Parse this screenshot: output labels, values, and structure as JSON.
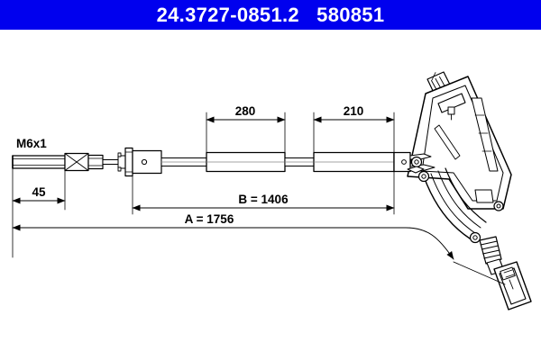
{
  "header": {
    "part_number": "24.3727-0851.2",
    "reference_number": "580851",
    "title_text": "24.3727-0851.2   580851",
    "background_color": "#0000ee",
    "text_color": "#ffffff"
  },
  "drawing": {
    "description": "Technical dimension drawing of a handbrake / parking brake cable with threaded end, sleeve sections and mounting bracket",
    "line_color": "#000000",
    "background_color": "#ffffff",
    "annotations": [
      {
        "id": "thread",
        "label": "M6x1",
        "type": "thread-callout"
      },
      {
        "id": "len45",
        "label": "45",
        "type": "dimension"
      },
      {
        "id": "len280",
        "label": "280",
        "type": "dimension"
      },
      {
        "id": "len210",
        "label": "210",
        "type": "dimension"
      },
      {
        "id": "lenB",
        "label": "B = 1406",
        "type": "dimension"
      },
      {
        "id": "lenA",
        "label": "A = 1756",
        "type": "dimension"
      }
    ]
  }
}
